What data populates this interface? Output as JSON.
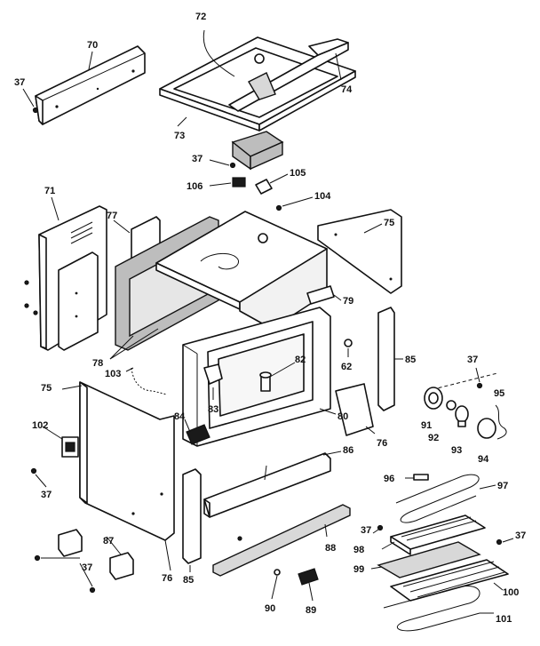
{
  "diagram": {
    "callouts": [
      {
        "id": "c72",
        "text": "72"
      },
      {
        "id": "c70",
        "text": "70"
      },
      {
        "id": "c37a",
        "text": "37"
      },
      {
        "id": "c74",
        "text": "74"
      },
      {
        "id": "c73",
        "text": "73"
      },
      {
        "id": "c37b",
        "text": "37"
      },
      {
        "id": "c105",
        "text": "105"
      },
      {
        "id": "c106",
        "text": "106"
      },
      {
        "id": "c104",
        "text": "104"
      },
      {
        "id": "c71",
        "text": "71"
      },
      {
        "id": "c77",
        "text": "77"
      },
      {
        "id": "c75a",
        "text": "75"
      },
      {
        "id": "c79",
        "text": "79"
      },
      {
        "id": "c78",
        "text": "78"
      },
      {
        "id": "c103",
        "text": "103"
      },
      {
        "id": "c82",
        "text": "82"
      },
      {
        "id": "c62",
        "text": "62"
      },
      {
        "id": "c85a",
        "text": "85"
      },
      {
        "id": "c37c",
        "text": "37"
      },
      {
        "id": "c95",
        "text": "95"
      },
      {
        "id": "c75b",
        "text": "75"
      },
      {
        "id": "c83",
        "text": "83"
      },
      {
        "id": "c80",
        "text": "80"
      },
      {
        "id": "c91",
        "text": "91"
      },
      {
        "id": "c92",
        "text": "92"
      },
      {
        "id": "c93",
        "text": "93"
      },
      {
        "id": "c94",
        "text": "94"
      },
      {
        "id": "c76a",
        "text": "76"
      },
      {
        "id": "c102",
        "text": "102"
      },
      {
        "id": "c84",
        "text": "84"
      },
      {
        "id": "c86",
        "text": "86"
      },
      {
        "id": "c96",
        "text": "96"
      },
      {
        "id": "c97",
        "text": "97"
      },
      {
        "id": "c37d",
        "text": "37"
      },
      {
        "id": "c37e",
        "text": "37"
      },
      {
        "id": "c37f",
        "text": "37"
      },
      {
        "id": "c98",
        "text": "98"
      },
      {
        "id": "c87",
        "text": "87"
      },
      {
        "id": "c88",
        "text": "88"
      },
      {
        "id": "c99",
        "text": "99"
      },
      {
        "id": "c37g",
        "text": "37"
      },
      {
        "id": "c76b",
        "text": "76"
      },
      {
        "id": "c85b",
        "text": "85"
      },
      {
        "id": "c90",
        "text": "90"
      },
      {
        "id": "c89",
        "text": "89"
      },
      {
        "id": "c100",
        "text": "100"
      },
      {
        "id": "c101",
        "text": "101"
      }
    ]
  }
}
